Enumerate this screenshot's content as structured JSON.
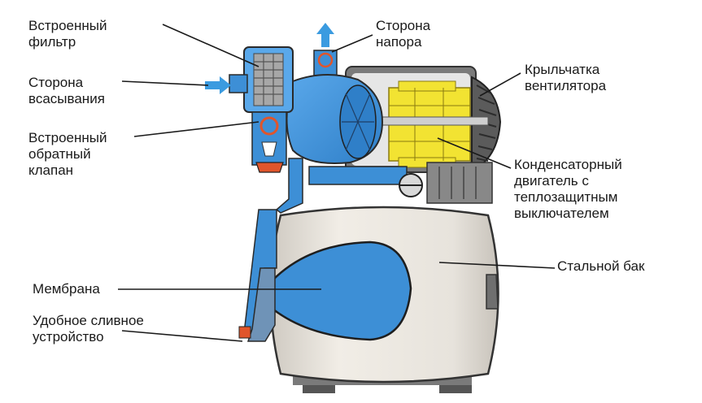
{
  "labels": {
    "builtin_filter": "Встроенный\nфильтр",
    "suction_side": "Сторона\nвсасывания",
    "check_valve": "Встроенный\nобратный\nклапан",
    "pressure_side": "Сторона\nнапора",
    "fan_impeller": "Крыльчатка\nвентилятора",
    "capacitor_motor": "Конденсаторный\nдвигатель с\nтеплозащитным\nвыключателем",
    "steel_tank": "Стальной бак",
    "membrane": "Мембрана",
    "drain_device": "Удобное сливное\nустройство"
  },
  "colors": {
    "water_blue": "#3d8fd6",
    "motor_yellow": "#f2e332",
    "tank_gray": "#e9e5de",
    "metal_gray": "#6c6c6c",
    "drain_orange": "#e0552b",
    "arrow_blue": "#3b9be0"
  }
}
